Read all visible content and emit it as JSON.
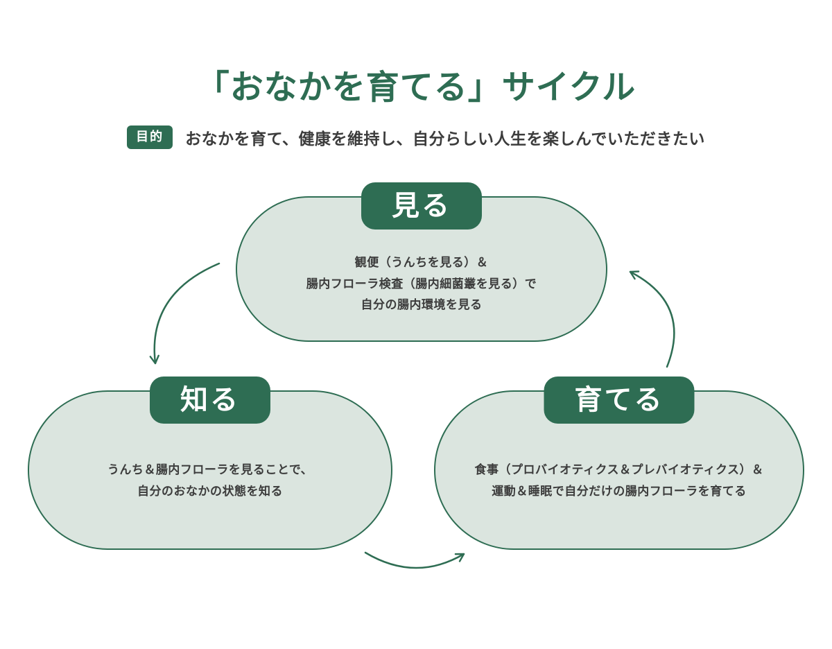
{
  "title": "「おなかを育てる」サイクル",
  "purpose": {
    "badge_label": "目的",
    "text": "おなかを育て、健康を維持し、自分らしい人生を楽しんでいただきたい"
  },
  "nodes": {
    "see": {
      "label": "見る",
      "lines": [
        "観便（うんちを見る）＆",
        "腸内フローラ検査（腸内細菌叢を見る）で",
        "自分の腸内環境を見る"
      ]
    },
    "know": {
      "label": "知る",
      "lines": [
        "うんち＆腸内フローラを見ることで、",
        "自分のおなかの状態を知る"
      ]
    },
    "grow": {
      "label": "育てる",
      "lines": [
        "食事（プロバイオティクス＆プレバイオティクス）＆",
        "運動＆睡眠で自分だけの腸内フローラを育てる"
      ]
    }
  },
  "colors": {
    "accent_dark_green": "#2e6d53",
    "node_fill_green": "#dbe5df",
    "body_text": "#3c3c3c",
    "background": "#ffffff"
  }
}
